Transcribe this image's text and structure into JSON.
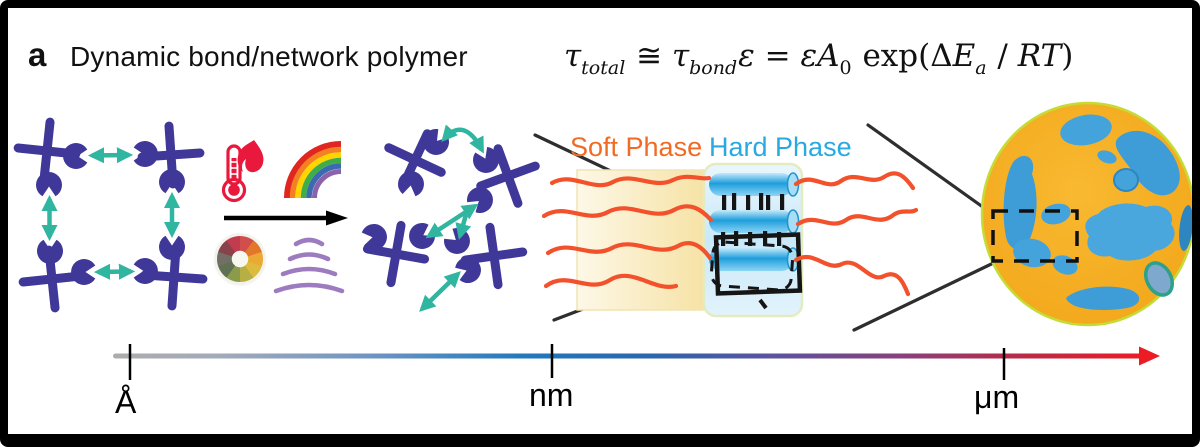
{
  "figure": {
    "panel_label": "a",
    "title": "Dynamic bond/network polymer"
  },
  "equation": {
    "parts": [
      {
        "t": "τ"
      },
      {
        "t": "total"
      },
      {
        "t": " ≅ "
      },
      {
        "t": "τ"
      },
      {
        "t": "bond"
      },
      {
        "t": "ε"
      },
      {
        "t": " = "
      },
      {
        "t": "ε"
      },
      {
        "t": "A"
      },
      {
        "t": "0"
      },
      {
        "t": " exp(Δ"
      },
      {
        "t": "E"
      },
      {
        "t": "a"
      },
      {
        "t": " / "
      },
      {
        "t": "RT"
      },
      {
        "t": ")"
      }
    ]
  },
  "phase_panel": {
    "soft_label": "Soft Phase",
    "hard_label": "Hard Phase"
  },
  "scale_axis": {
    "ticks": [
      {
        "label": "Å"
      },
      {
        "label": "nm"
      },
      {
        "label": "μm"
      }
    ]
  },
  "icons": {
    "heat": "thermometer-flame-icon",
    "light": "rainbow-icon",
    "chemical": "color-wheel-icon",
    "force": "sound-waves-icon",
    "transition": "right-arrow-icon"
  },
  "colors": {
    "node_purple": "#403898",
    "bond_teal": "#2FB5A0",
    "chain_orange": "#F2512B",
    "soft_label": "#F26B24",
    "hard_label": "#2AA9E1",
    "sphere_orange": "#F3A81C",
    "domain_blue": "#45A3DC",
    "scale_start": "#ACACAC",
    "scale_nm": "#1C75BC",
    "scale_end": "#EC1C24"
  }
}
